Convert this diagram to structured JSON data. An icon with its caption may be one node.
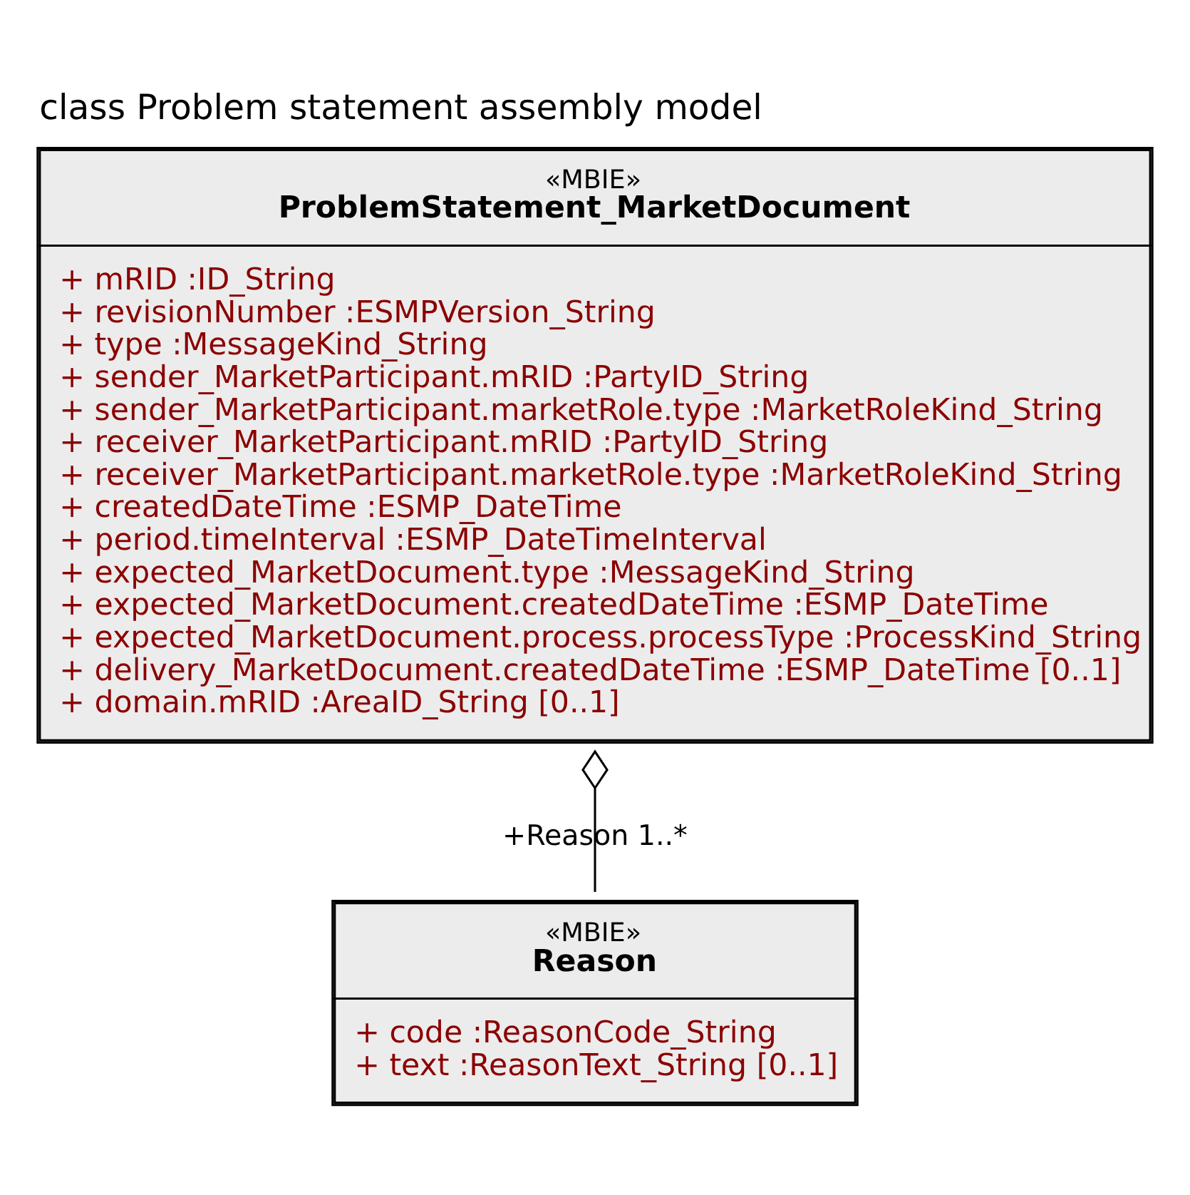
{
  "diagram": {
    "title": "class Problem statement assembly model",
    "nodes": [
      {
        "text": [
          "«MBIE»",
          "ProblemStatement_MarketDocument",
          "+ mRID :ID_String",
          "+ revisionNumber :ESMPVersion_String",
          "+ type :MessageKind_String",
          "+ sender_MarketParticipant.mRID :PartyID_String",
          "+ sender_MarketParticipant.marketRole.type :MarketRoleKind_String",
          "+ receiver_MarketParticipant.mRID :PartyID_String",
          "+ receiver_MarketParticipant.marketRole.type :MarketRoleKind_String",
          "+ createdDateTime :ESMP_DateTime",
          "+ period.timeInterval :ESMP_DateTimeInterval",
          "+ expected_MarketDocument.type :MessageKind_String",
          "+ expected_MarketDocument.createdDateTime :ESMP_DateTime",
          "+ expected_MarketDocument.process.processType :ProcessKind_String",
          "+ delivery_MarketDocument.createdDateTime :ESMP_DateTime [0..1]",
          "+ domain.mRID :AreaID_String [0..1]"
        ]
      },
      {
        "text": [
          "«MBIE»",
          "Reason",
          "+ code :ReasonCode_String",
          "+ text :ReasonText_String [0..1]"
        ]
      }
    ],
    "edges": [
      {
        "from": 0,
        "to": 1,
        "arrow": "other",
        "label": "+Reason 1..*"
      }
    ]
  }
}
